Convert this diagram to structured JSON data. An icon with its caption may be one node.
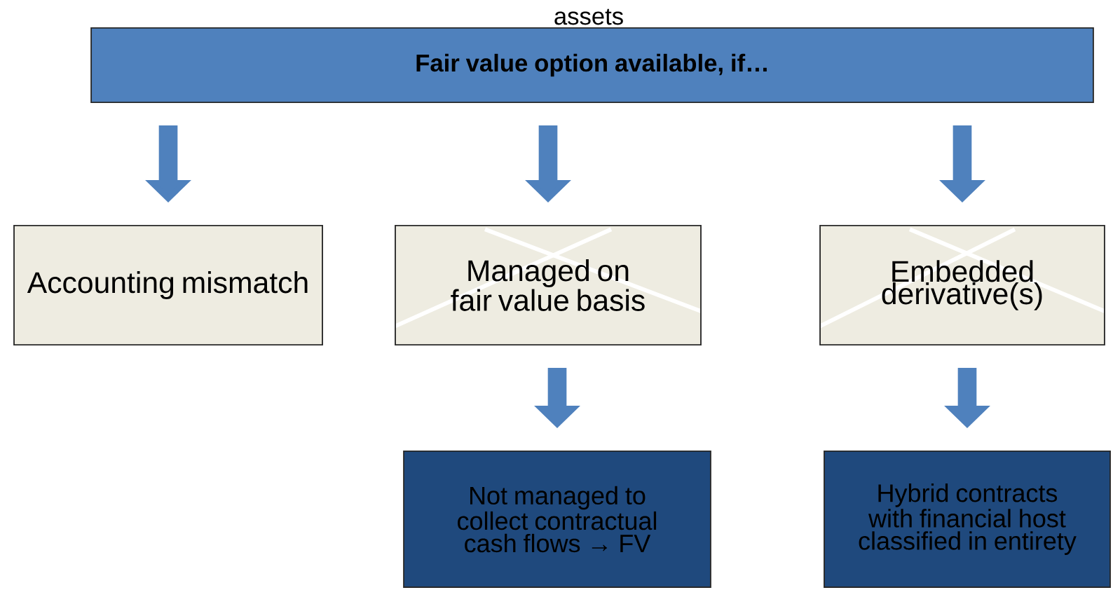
{
  "diagram": {
    "title": "assets",
    "nodes": [
      {
        "text": [
          "Fair value option available, if…"
        ]
      },
      {
        "text": [
          "Accounting mismatch"
        ]
      },
      {
        "text": [
          "Managed on fair value basis"
        ]
      },
      {
        "text": [
          "Embedded derivative(s)"
        ]
      },
      {
        "text": [
          "Not managed to collect contractual cash flows → FV"
        ]
      },
      {
        "text": [
          "Hybrid contracts with financial host classified in entirety"
        ]
      }
    ],
    "edges": [
      {
        "from": 0,
        "to": 1,
        "arrow": "to"
      },
      {
        "from": 0,
        "to": 2,
        "arrow": "to"
      },
      {
        "from": 0,
        "to": 3,
        "arrow": "to"
      },
      {
        "from": 2,
        "to": 4,
        "arrow": "to"
      },
      {
        "from": 3,
        "to": 5,
        "arrow": "to"
      }
    ]
  }
}
